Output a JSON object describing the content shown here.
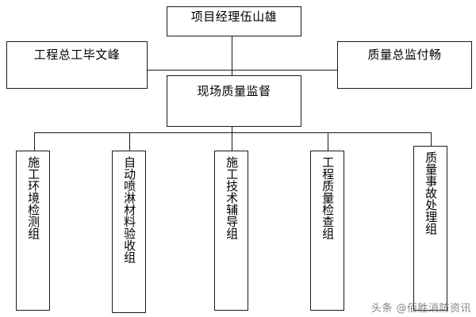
{
  "diagram": {
    "type": "organization-chart",
    "title_node": {
      "id": "project-manager",
      "label": "项目经理伍山雄"
    },
    "side_nodes": [
      {
        "id": "chief-engineer",
        "label": "工程总工毕文峰",
        "side": "left"
      },
      {
        "id": "quality-director",
        "label": "质量总监付畅",
        "side": "right"
      }
    ],
    "mid_node": {
      "id": "site-quality-supervision",
      "label": "现场质量监督"
    },
    "leaf_nodes": [
      {
        "id": "construction-environment-testing-group",
        "label": "施工环境检测组"
      },
      {
        "id": "sprinkler-material-acceptance-group",
        "label": "自动喷淋材料验收组"
      },
      {
        "id": "construction-technology-guidance-group",
        "label": "施工技术辅导组"
      },
      {
        "id": "engineering-quality-inspection-group",
        "label": "工程质量检查组"
      },
      {
        "id": "quality-accident-handling-group",
        "label": "质量事故处理组"
      }
    ],
    "colors": {
      "line": "#1a1a1a",
      "box_fill": "#ffffff",
      "text": "#000000",
      "watermark": "#6f6f6f"
    }
  },
  "watermark": {
    "text": "头条 @佰胜消防资讯"
  }
}
